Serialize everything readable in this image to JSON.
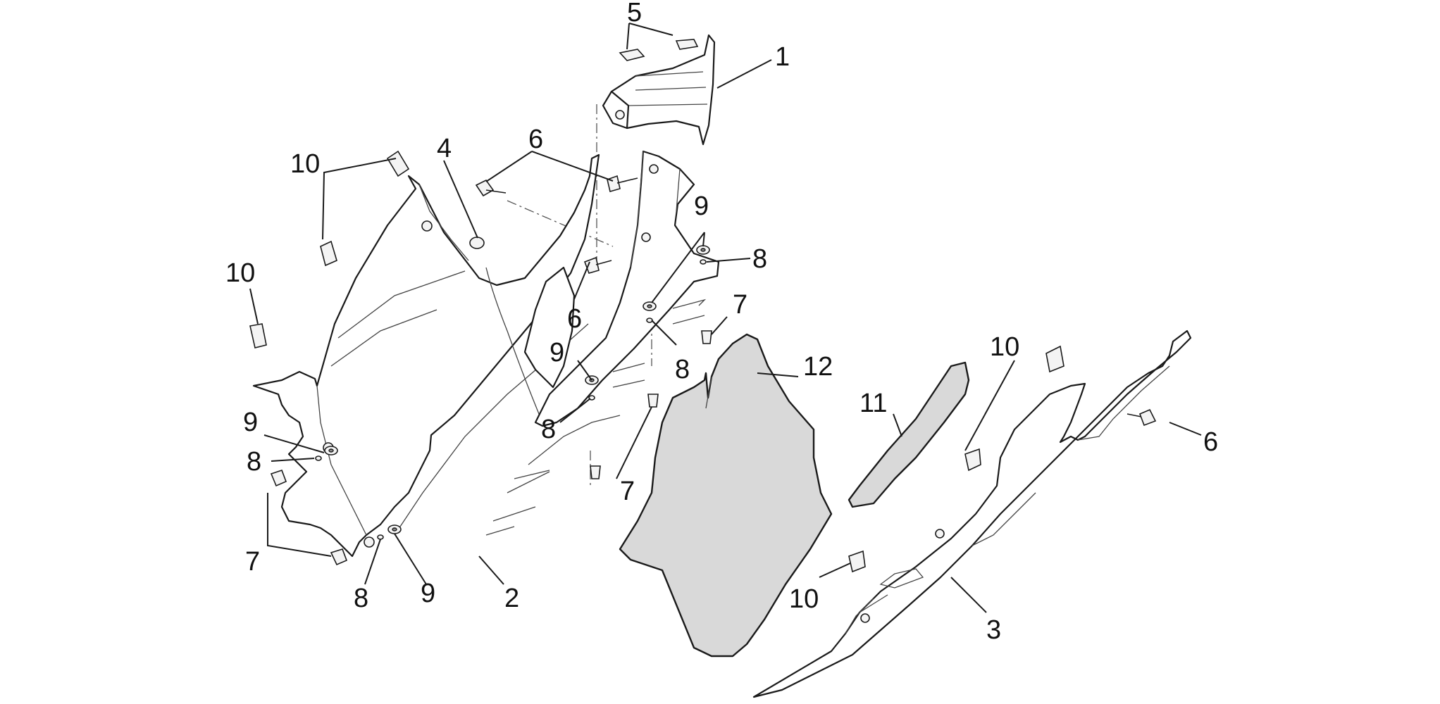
{
  "callouts": {
    "c1": "1",
    "c2": "2",
    "c3": "3",
    "c4": "4",
    "c5": "5",
    "c6a": "6",
    "c6b": "6",
    "c6c": "6",
    "c7a": "7",
    "c7b": "7",
    "c7c": "7",
    "c8a": "8",
    "c8b": "8",
    "c8c": "8",
    "c8d": "8",
    "c8e": "8",
    "c9a": "9",
    "c9b": "9",
    "c9c": "9",
    "c9d": "9",
    "c10a": "10",
    "c10b": "10",
    "c10c": "10",
    "c10d": "10",
    "c11": "11",
    "c12": "12"
  }
}
